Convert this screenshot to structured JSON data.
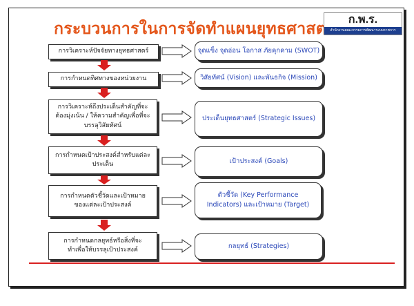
{
  "title": "กระบวนการในการจัดทำแผนยุทธศาสตร์",
  "logo": {
    "name": "ก.พ.ร.",
    "subtitle": "สำนักงานคณะกรรมการพัฒนาระบบราชการ"
  },
  "steps": [
    {
      "label": "การวิเคราะห์ปัจจัยทางยุทธศาสตร์",
      "output": "จุดแข็ง จุดอ่อน โอกาส ภัยคุกคาม (SWOT)"
    },
    {
      "label": "การกำหนดทิศทางของหน่วยงาน",
      "output": "วิสัยทัศน์ (Vision) และพันธกิจ (Mission)"
    },
    {
      "label": "การวิเคราะห์ถึงประเด็นสำคัญที่จะต้องมุ่งเน้น / ให้ความสำคัญเพื่อที่จะบรรลุวิสัยทัศน์",
      "output": "ประเด็นยุทธศาสตร์ (Strategic Issues)"
    },
    {
      "label": "การกำหนดเป้าประสงค์สำหรับแต่ละประเด็น",
      "output": "เป้าประสงค์ (Goals)"
    },
    {
      "label": "การกำหนดตัวชี้วัดและเป้าหมายของแต่ละเป้าประสงค์",
      "output": "ตัวชี้วัด (Key Performance Indicators) และเป้าหมาย (Target)"
    },
    {
      "label": "การกำหนดกลยุทธ์หรือสิ่งที่จะทำเพื่อให้บรรลุเป้าประสงค์",
      "output": "กลยุทธ์ (Strategies)"
    }
  ],
  "colors": {
    "title": "#e4571c",
    "output_text": "#2a47b8",
    "down_arrow": "#d92020",
    "divider": "#d92020"
  },
  "icons": {
    "right_arrow": "right-arrow-icon",
    "down_arrow": "down-arrow-icon"
  }
}
